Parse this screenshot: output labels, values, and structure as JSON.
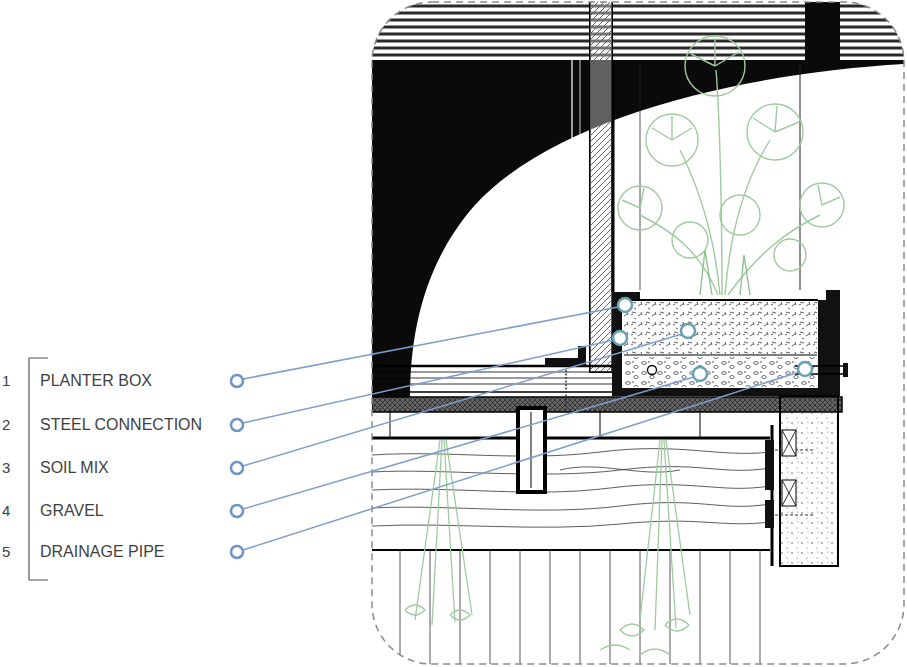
{
  "diagram": {
    "labels": [
      "1",
      "PLANTER BOX",
      "2",
      "STEEL CONNECTION",
      "3",
      "SOIL MIX",
      "4",
      "GRAVEL",
      "5",
      "DRAINAGE PIPE"
    ]
  }
}
